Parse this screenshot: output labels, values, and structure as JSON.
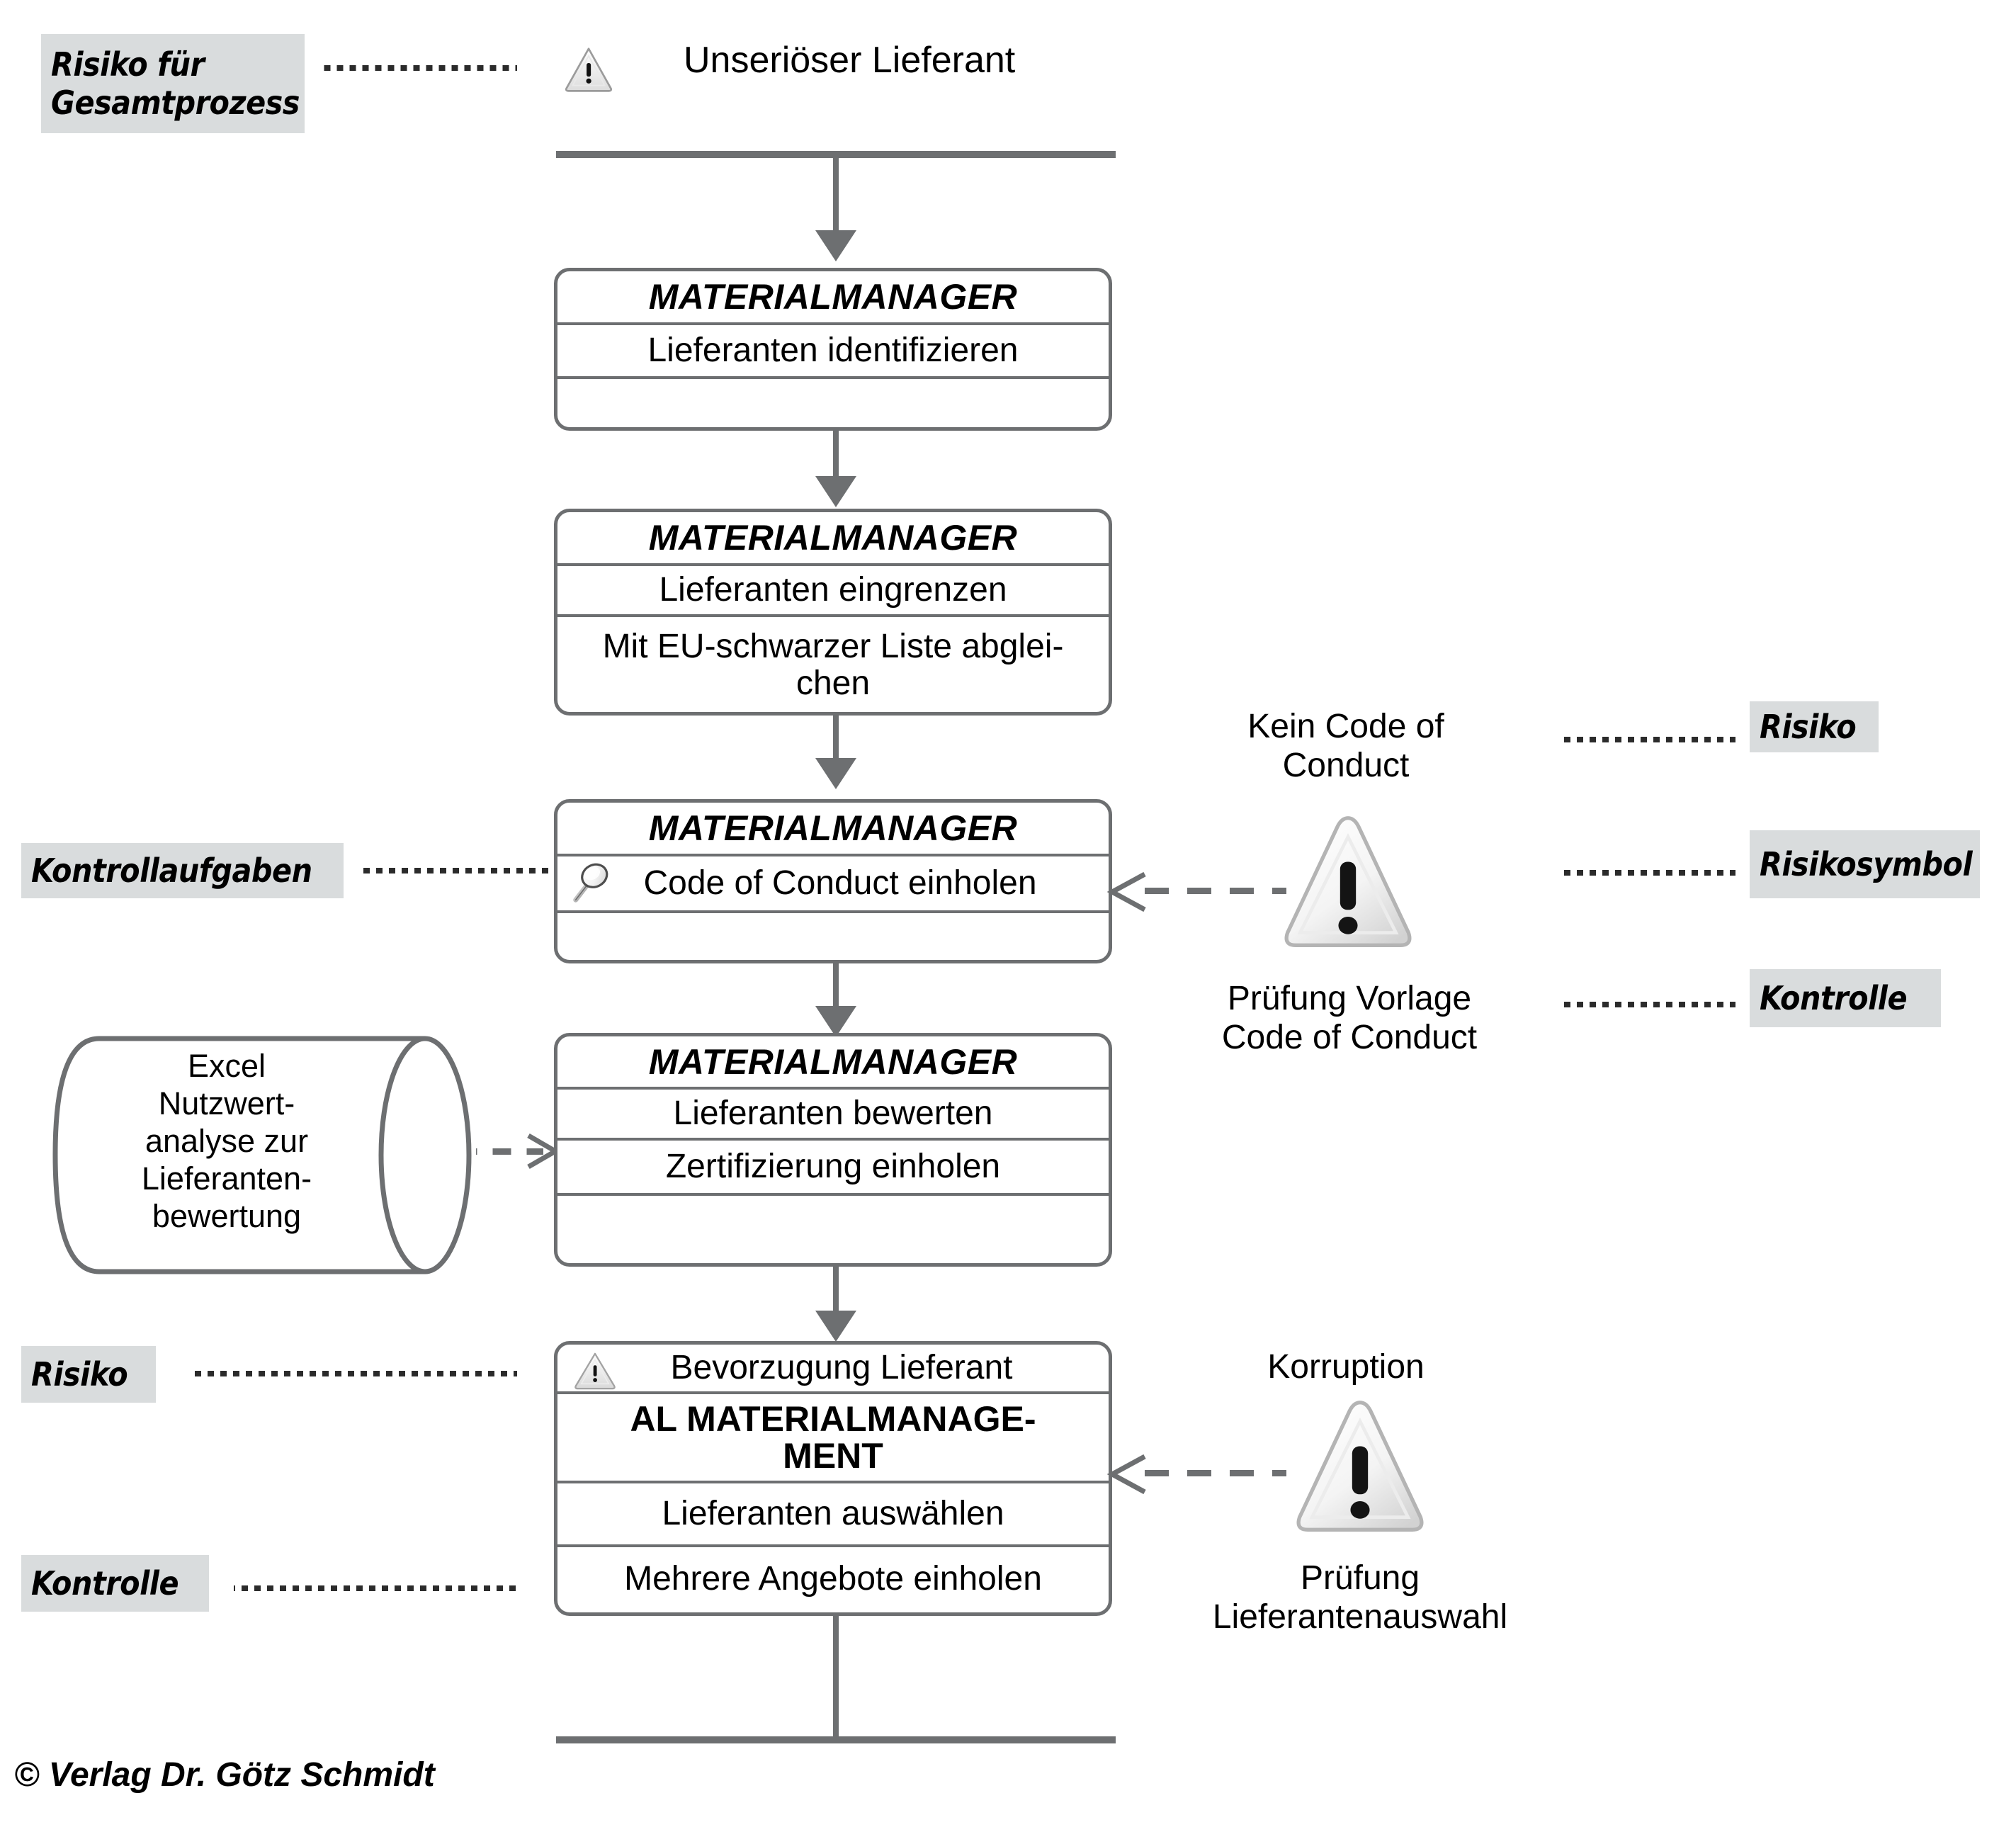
{
  "diagram": {
    "title": "Unseriöser Lieferant",
    "copyright": "© Verlag Dr. Götz Schmidt"
  },
  "legend": {
    "risiko_fuer_gesamtprozess": "Risiko für\nGesamtprozess",
    "risiko_fuer_gesamtprozess_l1": "Risiko für",
    "risiko_fuer_gesamtprozess_l2": "Gesamtprozess",
    "kontrollaufgaben": "Kontrollaufgaben",
    "risiko_left": "Risiko",
    "kontrolle_left": "Kontrolle",
    "risiko_right": "Risiko",
    "risikosymbol_right": "Risikosymbol",
    "kontrolle_right": "Kontrolle"
  },
  "process": {
    "steps": [
      {
        "id": "step-1",
        "role": "MATERIALMANAGER",
        "tasks": [
          "Lieferanten identifizieren"
        ]
      },
      {
        "id": "step-2",
        "role": "MATERIALMANAGER",
        "tasks": [
          "Lieferanten eingrenzen",
          "Mit EU-schwarzer Liste abglei-\nchen"
        ],
        "task_1": "Lieferanten eingrenzen",
        "task_2_line1": "Mit EU-schwarzer Liste abglei-",
        "task_2_line2": "chen"
      },
      {
        "id": "step-3",
        "role": "MATERIALMANAGER",
        "tasks": [
          "Code of Conduct einholen"
        ],
        "control_icon": "magnifier-icon"
      },
      {
        "id": "step-4",
        "role": "MATERIALMANAGER",
        "tasks": [
          "Lieferanten bewerten",
          "Zertifizierung einholen"
        ]
      },
      {
        "id": "step-5",
        "risk_label": "Bevorzugung Lieferant",
        "risk_icon": "warning-triangle-icon",
        "role_line1": "AL MATERIALMANAGE-",
        "role_line2": "MENT",
        "tasks": [
          "Lieferanten auswählen",
          "Mehrere Angebote einholen"
        ]
      }
    ]
  },
  "datastore": {
    "id": "excel-cylinder",
    "lines": [
      "Excel",
      "Nutzwert-",
      "analyse zur",
      "Lieferanten-",
      "bewertung"
    ]
  },
  "annotations": {
    "risk_code_of_conduct": {
      "risk_line1": "Kein Code of",
      "risk_line2": "Conduct",
      "control_line1": "Prüfung Vorlage",
      "control_line2": "Code of Conduct",
      "icon": "warning-triangle-icon"
    },
    "risk_korruption": {
      "risk_line1": "Korruption",
      "control_line1": "Prüfung",
      "control_line2": "Lieferantenauswahl",
      "icon": "warning-triangle-icon"
    }
  },
  "colors": {
    "stroke": "#6d6f71",
    "legend_bg": "#d9dcdd",
    "text": "#000000",
    "background": "#ffffff"
  }
}
